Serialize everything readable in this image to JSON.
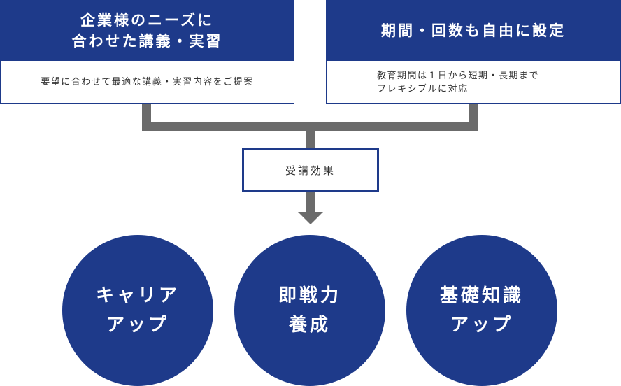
{
  "cards": [
    {
      "title": "企業様のニーズに\n合わせた講義・実習",
      "description": "要望に合わせて最適な講義・実習内容をご提案"
    },
    {
      "title": "期間・回数も自由に設定",
      "description": "教育期間は１日から短期・長期まで\nフレキシブルに対応"
    }
  ],
  "effect_label": "受講効果",
  "outcomes": [
    "キャリア\nアップ",
    "即戦力\n養成",
    "基礎知識\nアップ"
  ],
  "colors": {
    "primary": "#1e3a8a",
    "connector": "#6b6b6b",
    "text": "#333333"
  }
}
